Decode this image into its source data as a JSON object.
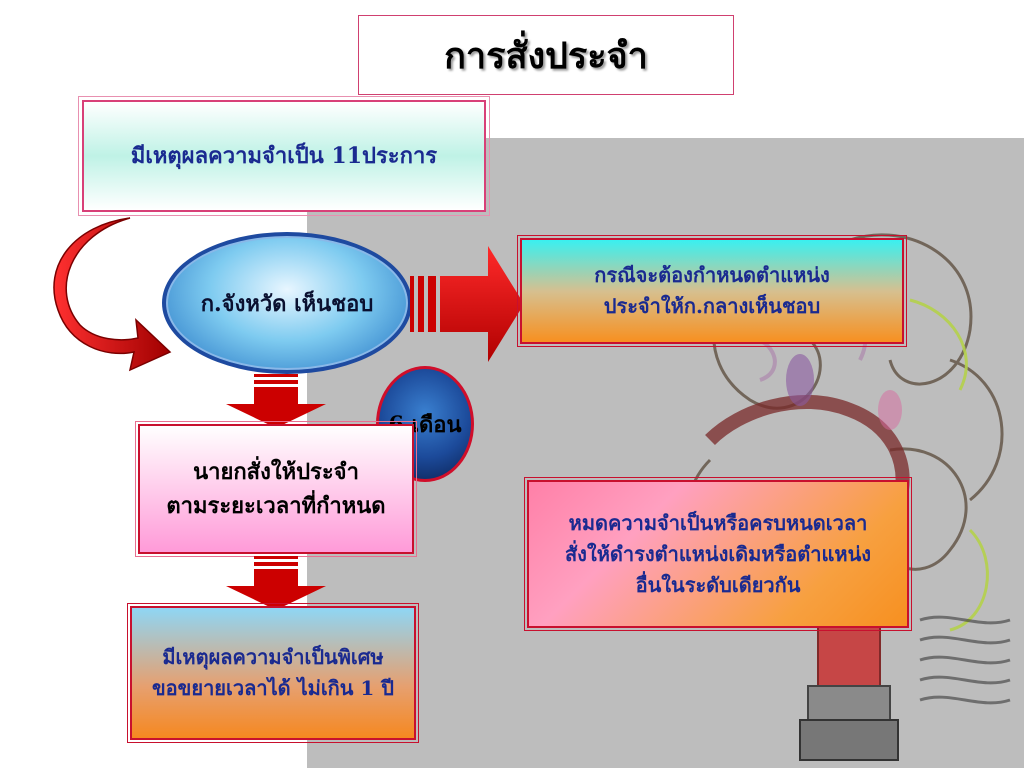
{
  "title": "การสั่งประจำ",
  "box_reasons": "มีเหตุผลความจำเป็น  11ประการ",
  "ellipse_label": "ก.จังหวัด เห็นชอบ",
  "box_central": {
    "line1": "กรณีจะต้องกำหนดตำแหน่ง",
    "line2": "ประจำให้ก.กลางเห็นชอบ"
  },
  "circle_label": "6 เดือน",
  "box_order": {
    "line1": "นายกสั่งให้ประจำ",
    "line2": "ตามระยะเวลาที่กำหนด"
  },
  "box_extend": {
    "line1": "มีเหตุผลความจำเป็นพิเศษ",
    "line2": "ขอขยายเวลาได้ ไม่เกิน 1 ปี"
  },
  "box_end": {
    "line1": "หมดความจำเป็นหรือครบหนดเวลา",
    "line2": "สั่งให้ดำรงตำแหน่งเดิมหรือตำแหน่ง",
    "line3": "อื่นในระดับเดียวกัน"
  },
  "colors": {
    "arrow": "#cc0000",
    "text_blue": "#1a2a90",
    "border": "#c8102e"
  }
}
